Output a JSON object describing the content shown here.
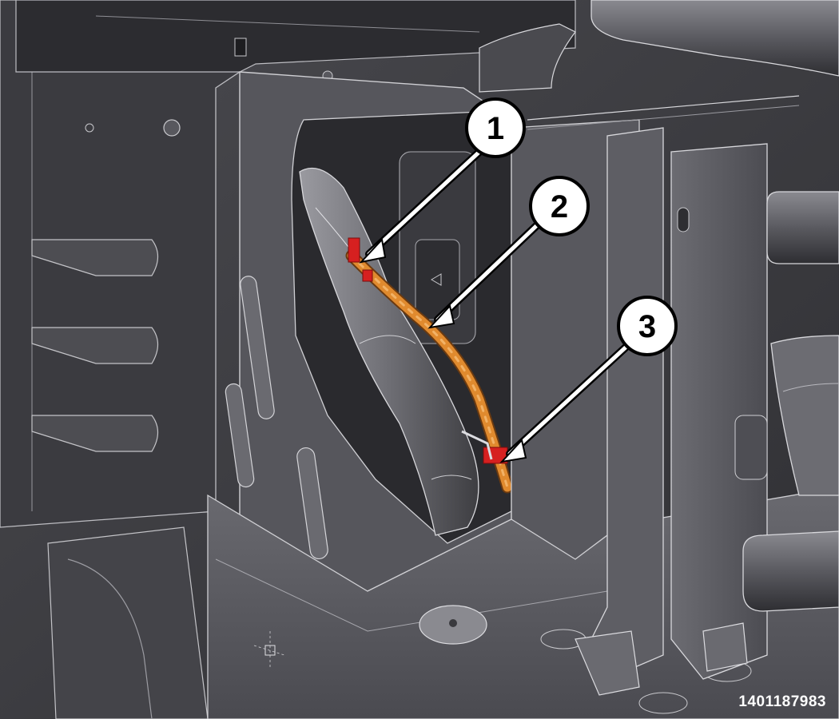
{
  "figure_id": "1401187983",
  "callouts": [
    {
      "label": "1",
      "target": "wire-harness-retainer-upper"
    },
    {
      "label": "2",
      "target": "wire-harness-routing"
    },
    {
      "label": "3",
      "target": "wire-harness-retainer-lower"
    }
  ],
  "colors": {
    "panel_dark": "#36363a",
    "panel_mid": "#55555a",
    "panel_light": "#7a7a80",
    "edge_line": "#c8c8cc",
    "harness_orange": "#e08a2e",
    "retainer_red": "#d62020",
    "callout_fill": "#ffffff",
    "callout_stroke": "#000000"
  }
}
